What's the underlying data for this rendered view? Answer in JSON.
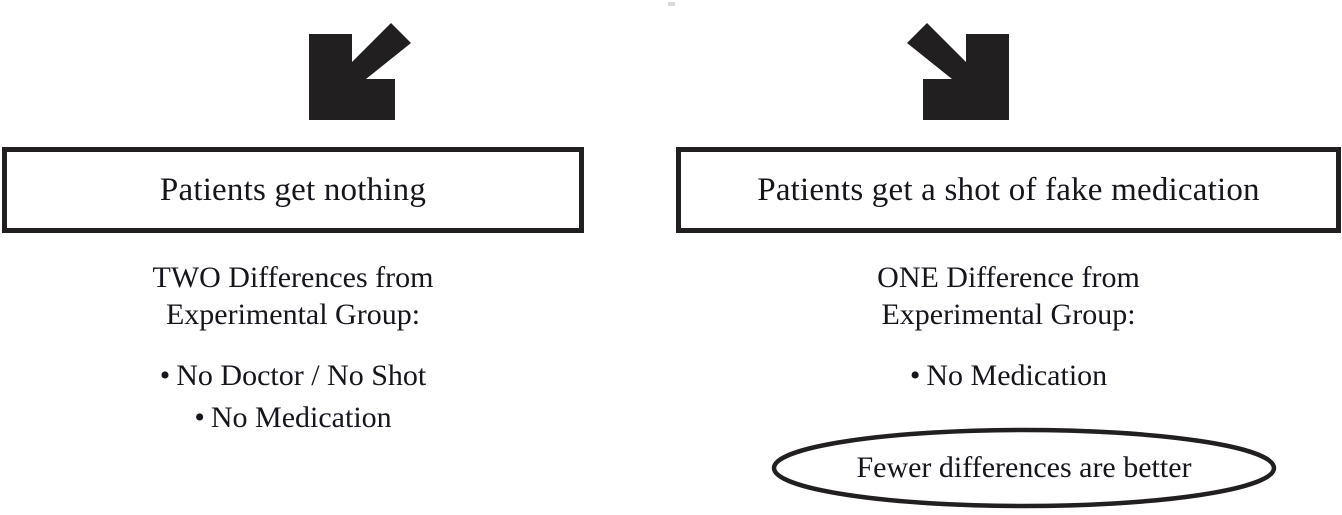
{
  "colors": {
    "ink": "#221f20",
    "text": "#15151c",
    "background": "#ffffff"
  },
  "arrows": [
    {
      "name": "down-left-arrow",
      "direction": "down-left"
    },
    {
      "name": "down-right-arrow",
      "direction": "down-right"
    }
  ],
  "columns": [
    {
      "id": "no-treatment-control",
      "box_label": "Patients get nothing",
      "heading_lines": [
        "TWO Differences from",
        "Experimental Group:"
      ],
      "bullets": [
        {
          "marker": "•",
          "text": "No Doctor / No Shot"
        },
        {
          "marker": "•",
          "text": "No Medication"
        }
      ],
      "callout": null
    },
    {
      "id": "placebo-control",
      "box_label": "Patients get a shot of fake medication",
      "heading_lines": [
        "ONE Difference from",
        "Experimental Group:"
      ],
      "bullets": [
        {
          "marker": "•",
          "text": "No Medication"
        }
      ],
      "callout": {
        "text": "Fewer differences are better",
        "shape": "ellipse"
      }
    }
  ]
}
